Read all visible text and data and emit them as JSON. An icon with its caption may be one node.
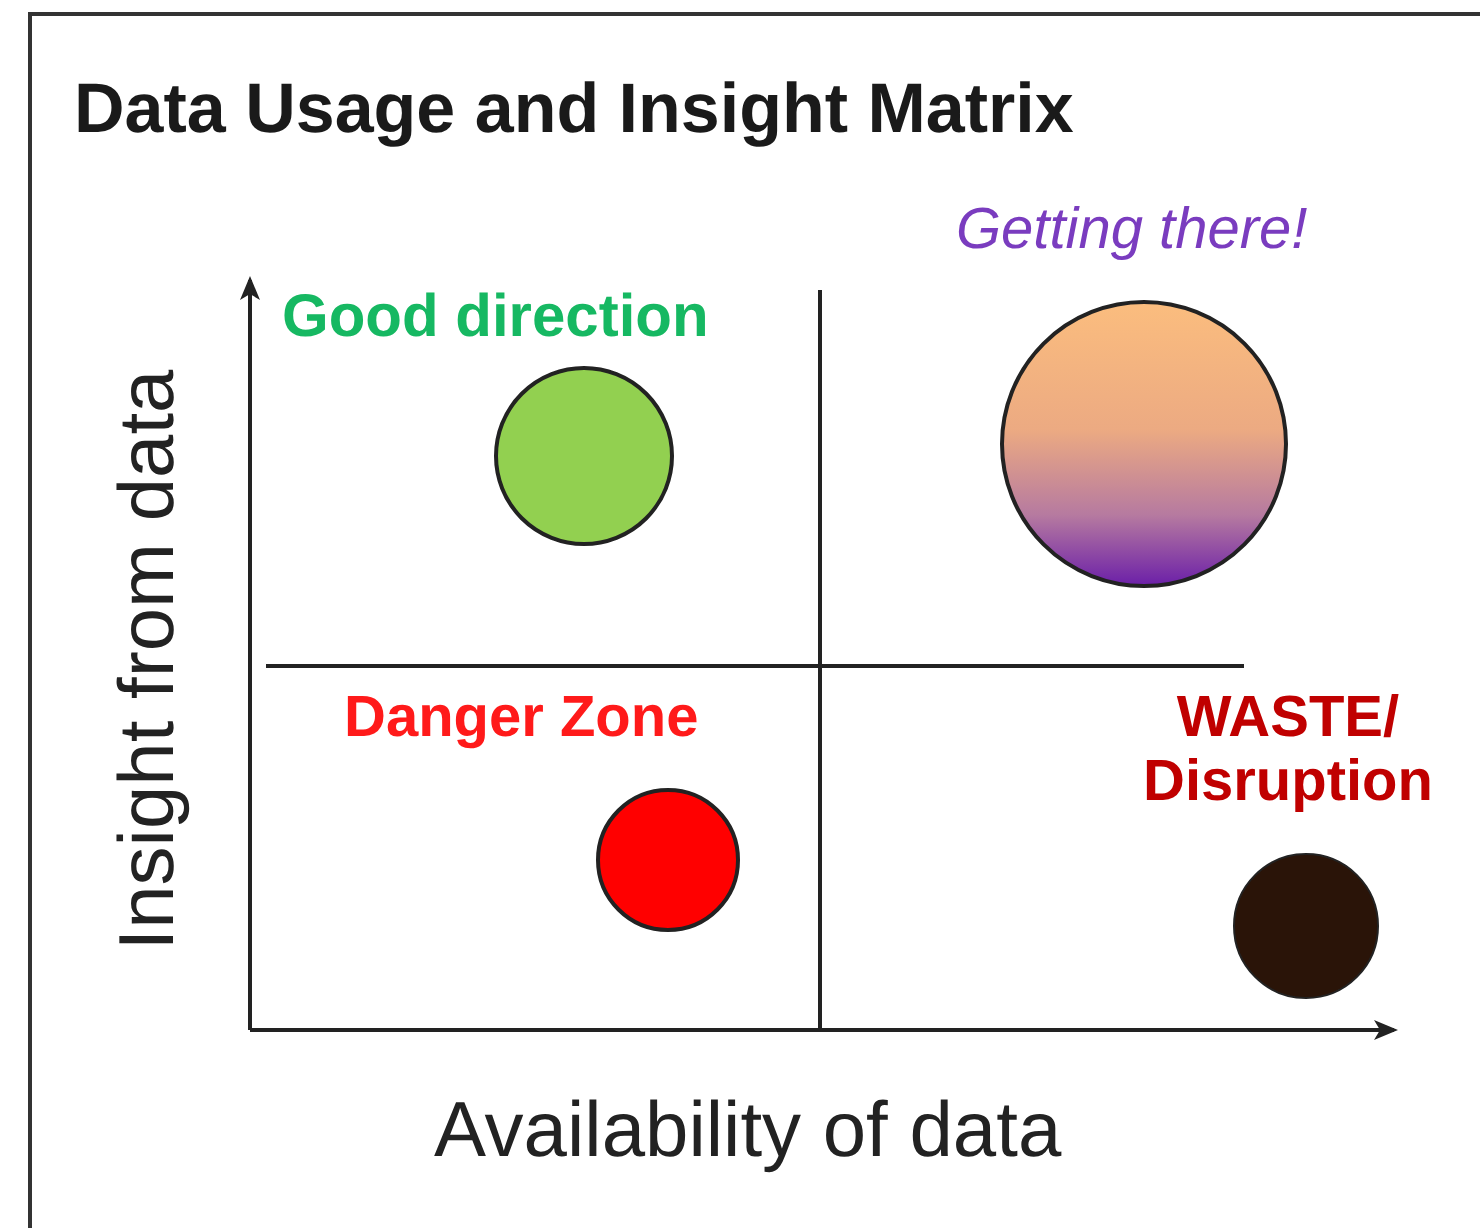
{
  "diagram": {
    "title": "Data Usage and Insight Matrix",
    "nodes": [
      {
        "text": [],
        "shape": "circle"
      },
      {
        "text": [],
        "shape": "circle"
      },
      {
        "text": [],
        "shape": "circle"
      },
      {
        "text": [],
        "shape": "circle"
      }
    ],
    "labels": [
      "Getting there!",
      "Good direction",
      "Insight from data",
      "Danger Zone",
      "WASTE/ Disruption",
      "Availability of data"
    ]
  }
}
